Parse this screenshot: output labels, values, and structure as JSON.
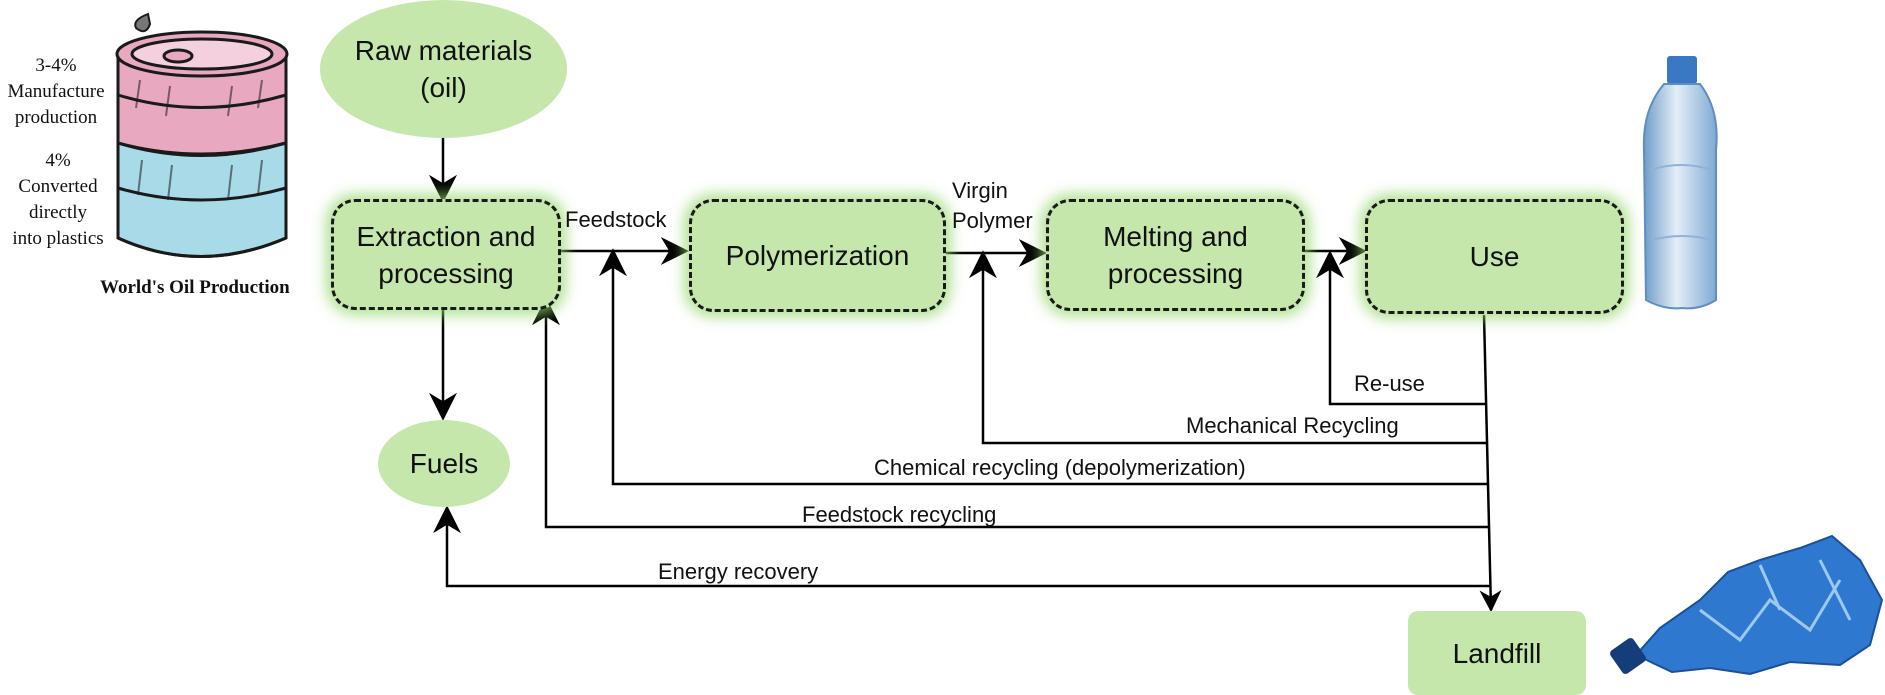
{
  "nodes": {
    "raw": "Raw materials\n(oil)",
    "extraction": "Extraction and\nprocessing",
    "polymerization": "Polymerization",
    "melting": "Melting and\nprocessing",
    "use": "Use",
    "fuels": "Fuels",
    "landfill": "Landfill"
  },
  "edge_labels": {
    "feedstock": "Feedstock",
    "virgin_polymer": "Virgin\nPolymer",
    "reuse": "Re-use",
    "mechanical": "Mechanical Recycling",
    "chemical": "Chemical recycling (depolymerization)",
    "feedstock_recycling": "Feedstock recycling",
    "energy": "Energy recovery"
  },
  "oil_barrel": {
    "upper_share": "3-4%\nManufacture\nproduction",
    "lower_share": "4%\nConverted\ndirectly\ninto plastics",
    "caption": "World's Oil Production"
  },
  "colors": {
    "node_fill": "#c5e7ac",
    "barrel_top": "#e8a8c0",
    "barrel_bottom": "#a8dae8",
    "bottle": "#8fb8dc",
    "crushed_bottle": "#2f78d0"
  },
  "icons": [
    "oil-barrel-icon",
    "plastic-bottle-icon",
    "crushed-bottle-icon"
  ]
}
